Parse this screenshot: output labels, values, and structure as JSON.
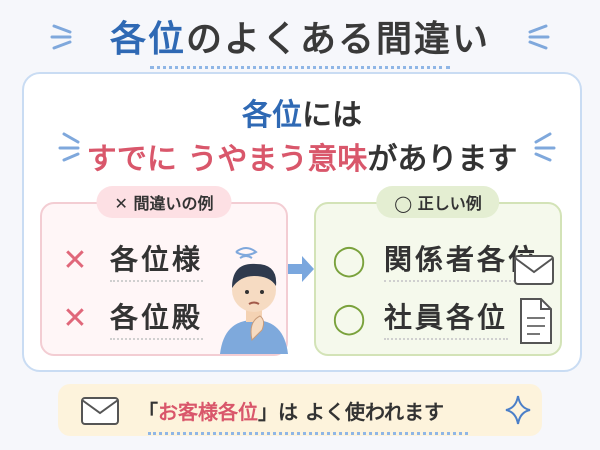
{
  "title": {
    "part1": "各位",
    "part2": "のよくある間違い"
  },
  "subtitle": {
    "line1_a": "各位",
    "line1_b": "には",
    "line2_a": "すでに うやまう意味",
    "line2_b": "があります"
  },
  "wrong": {
    "label": "✕ 間違いの例",
    "items": [
      "各位様",
      "各位殿"
    ]
  },
  "correct": {
    "label": "◯ 正しい例",
    "items": [
      "関係者各位",
      "社員各位"
    ]
  },
  "bottom": {
    "open": "「",
    "phrase": "お客様各位",
    "close": "」",
    "rest": "は よく使われます"
  },
  "colors": {
    "blue": "#2f69b4",
    "pink": "#d9576b",
    "green": "#7aa23c"
  },
  "icons": [
    "envelope-icon",
    "document-icon",
    "sparkle-icon",
    "arrow-right-icon",
    "confused-person-icon"
  ]
}
